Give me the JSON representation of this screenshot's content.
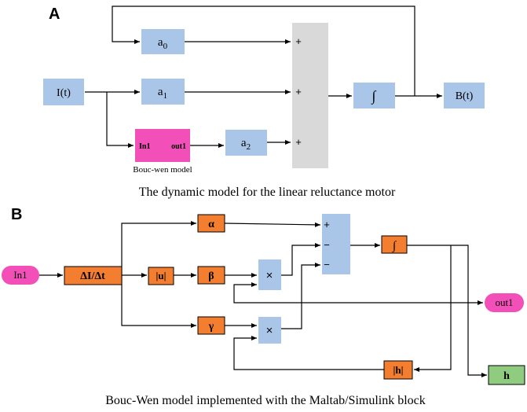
{
  "panel_a": {
    "label": "A",
    "input": "I(t)",
    "gain0": "a",
    "gain0_sub": "0",
    "gain1": "a",
    "gain1_sub": "1",
    "gain2": "a",
    "gain2_sub": "2",
    "sum_signs": [
      "+",
      "+",
      "+"
    ],
    "integrator": "∫",
    "output": "B(t)",
    "subsystem_in": "In1",
    "subsystem_out": "out1",
    "subsystem_caption": "Bouc-wen model",
    "caption": "The dynamic model for the linear reluctance motor"
  },
  "panel_b": {
    "label": "B",
    "inport": "In1",
    "derivative": "ΔI/Δt",
    "abs_u": "|u|",
    "alpha": "α",
    "beta": "β",
    "gamma": "γ",
    "product1": "×",
    "product2": "×",
    "sum_signs": [
      "+",
      "−",
      "−"
    ],
    "integrator": "∫",
    "outport": "out1",
    "abs_h": "|h|",
    "scope": "h",
    "caption": "Bouc-Wen model implemented with the Maltab/Simulink block"
  }
}
